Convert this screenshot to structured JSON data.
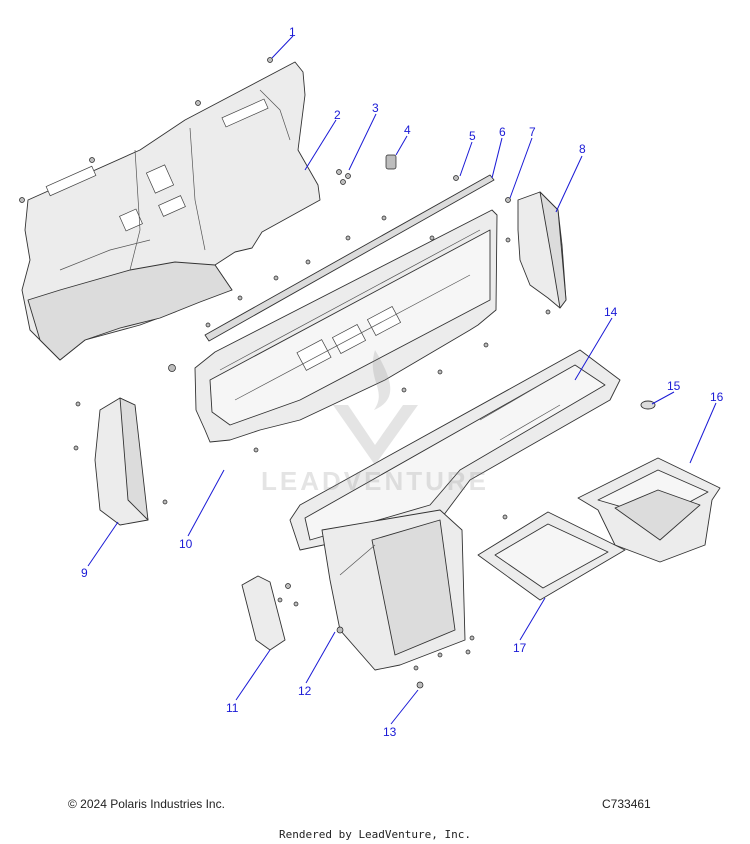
{
  "callouts": [
    {
      "id": "1",
      "label": "1"
    },
    {
      "id": "2",
      "label": "2"
    },
    {
      "id": "3",
      "label": "3"
    },
    {
      "id": "4",
      "label": "4"
    },
    {
      "id": "5",
      "label": "5"
    },
    {
      "id": "6",
      "label": "6"
    },
    {
      "id": "7",
      "label": "7"
    },
    {
      "id": "8",
      "label": "8"
    },
    {
      "id": "9",
      "label": "9"
    },
    {
      "id": "10",
      "label": "10"
    },
    {
      "id": "11",
      "label": "11"
    },
    {
      "id": "12",
      "label": "12"
    },
    {
      "id": "13",
      "label": "13"
    },
    {
      "id": "14",
      "label": "14"
    },
    {
      "id": "15",
      "label": "15"
    },
    {
      "id": "16",
      "label": "16"
    },
    {
      "id": "17",
      "label": "17"
    }
  ],
  "footer": {
    "copyright": "© 2024 Polaris Industries Inc.",
    "diagram_code": "C733461",
    "rendered_by": "Rendered by LeadVenture, Inc."
  },
  "watermark": {
    "text": "LEADVENTURE"
  },
  "colors": {
    "callout": "#1a1ad6",
    "line_art": "#333333",
    "part_fill": "#ececec"
  }
}
